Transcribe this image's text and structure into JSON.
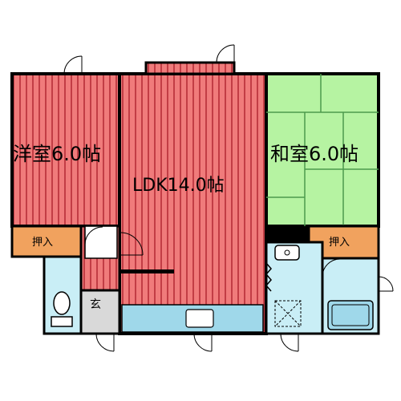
{
  "rooms": {
    "western": {
      "label": "洋室6.0帖",
      "color": "#f07b7b",
      "stripe": "#c23d45"
    },
    "ldk": {
      "label": "LDK14.0帖",
      "color": "#f07b7b",
      "stripe": "#c23d45"
    },
    "japanese": {
      "label": "和室6.0帖",
      "color": "#b6f3a2",
      "stripe": "#4d9a4d"
    },
    "closet_left": {
      "label": "押入",
      "color": "#f1a25e"
    },
    "closet_right": {
      "label": "押入",
      "color": "#f1a25e"
    },
    "entrance": {
      "label": "玄",
      "color": "#d9d9d9"
    },
    "wet_area": {
      "color": "#c9eef6"
    }
  },
  "colors": {
    "wall": "#000000",
    "fixture": "#9fd8ea",
    "background": "#ffffff"
  },
  "icons": [
    "toilet-icon",
    "bathtub-icon",
    "sink-icon",
    "washer-pan-icon",
    "kitchen-counter-icon",
    "door-swing-icon"
  ]
}
